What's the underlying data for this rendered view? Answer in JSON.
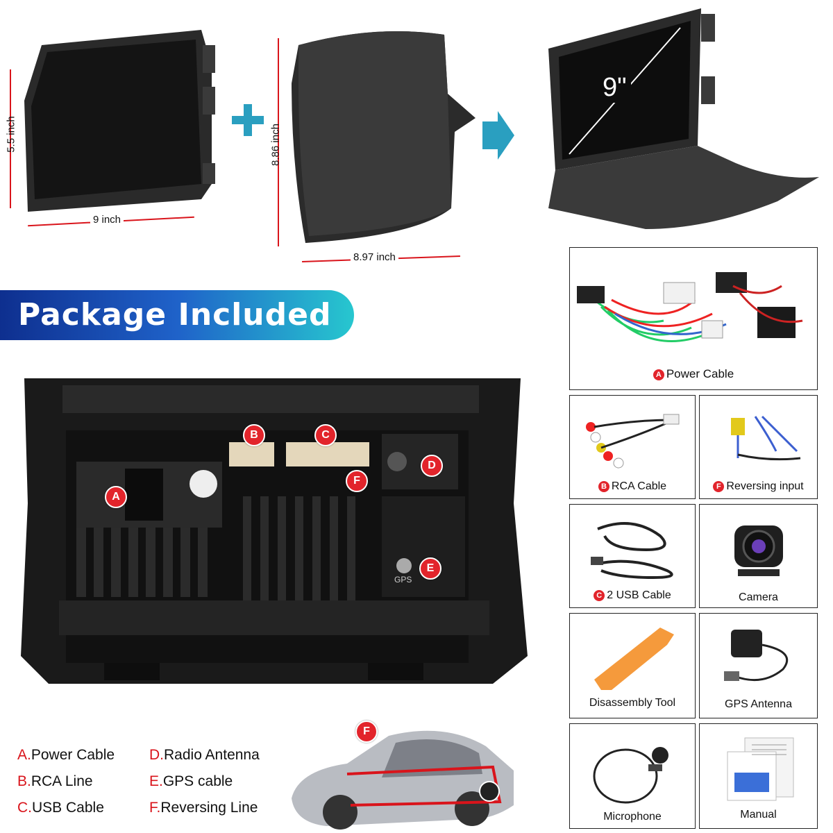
{
  "dimensions": {
    "frame_height": "5.5 inch",
    "frame_width": "9 inch",
    "panel_height": "8.86 inch",
    "panel_width": "8.97 inch",
    "screen_size": "9\""
  },
  "banner": {
    "title": "Package Included"
  },
  "unit_ports": {
    "A": "A",
    "B": "B",
    "C": "C",
    "D": "D",
    "E": "E",
    "F": "F",
    "gps_label": "GPS"
  },
  "items": [
    {
      "badge": "A",
      "label": "Power Cable"
    },
    {
      "badge": "B",
      "label": "RCA Cable"
    },
    {
      "badge": "F",
      "label": "Reversing input"
    },
    {
      "badge": "C",
      "label": "2 USB Cable"
    },
    {
      "badge": "",
      "label": "Camera"
    },
    {
      "badge": "",
      "label": "Disassembly Tool"
    },
    {
      "badge": "",
      "label": "GPS Antenna"
    },
    {
      "badge": "",
      "label": "Microphone"
    },
    {
      "badge": "",
      "label": "Manual"
    }
  ],
  "legend": [
    {
      "letter": "A.",
      "text": "Power Cable"
    },
    {
      "letter": "B.",
      "text": "RCA Line"
    },
    {
      "letter": "C.",
      "text": "USB Cable"
    },
    {
      "letter": "D.",
      "text": "Radio Antenna"
    },
    {
      "letter": "E.",
      "text": "GPS cable"
    },
    {
      "letter": "F.",
      "text": "Reversing Line"
    }
  ],
  "car_badge": "F",
  "colors": {
    "accent_red": "#e2242b",
    "banner_start": "#0e2f8f",
    "banner_end": "#27c7cf",
    "arrow": "#2a9fc0"
  }
}
